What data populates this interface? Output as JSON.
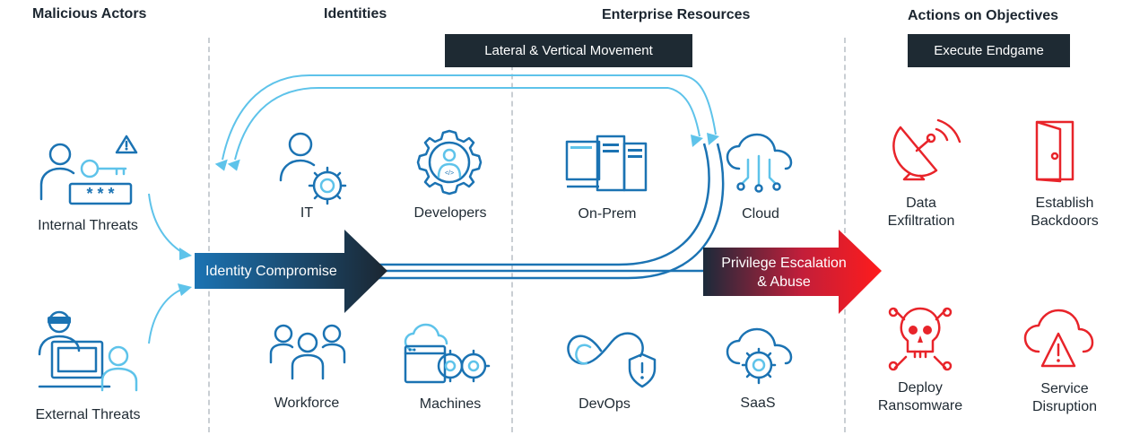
{
  "columns": {
    "actors": "Malicious Actors",
    "identities": "Identities",
    "resources": "Enterprise Resources",
    "objectives": "Actions on Objectives"
  },
  "pills": {
    "lateral": "Lateral & Vertical Movement",
    "endgame": "Execute Endgame"
  },
  "arrows": {
    "compromise": "Identity Compromise",
    "escalation_line1": "Privilege Escalation",
    "escalation_line2": "& Abuse"
  },
  "actors": {
    "internal": "Internal Threats",
    "external": "External Threats",
    "password_mask": "* * *"
  },
  "identities": {
    "it": "IT",
    "developers": "Developers",
    "workforce": "Workforce",
    "machines": "Machines"
  },
  "resources": {
    "onprem": "On-Prem",
    "cloud": "Cloud",
    "devops": "DevOps",
    "saas": "SaaS"
  },
  "objectives": {
    "exfil_line1": "Data",
    "exfil_line2": "Exfiltration",
    "backdoor_line1": "Establish",
    "backdoor_line2": "Backdoors",
    "ransom_line1": "Deploy",
    "ransom_line2": "Ransomware",
    "disrupt_line1": "Service",
    "disrupt_line2": "Disruption"
  },
  "colors": {
    "accent_blue": "#1b73b3",
    "light_blue": "#5ec3ea",
    "dark_navy": "#1e2a33",
    "threat_red": "#e8242a"
  },
  "icons": {
    "internal": "user-key-password-icon",
    "external": "hacker-laptop-icon",
    "it": "user-gear-icon",
    "developers": "developer-gear-icon",
    "workforce": "group-icon",
    "machines": "machine-gears-icon",
    "onprem": "server-desktop-icon",
    "cloud": "cloud-circuit-icon",
    "devops": "infinity-shield-icon",
    "saas": "cloud-gear-icon",
    "exfil": "satellite-dish-icon",
    "backdoor": "door-icon",
    "ransom": "skull-crossbones-icon",
    "disrupt": "cloud-warning-icon"
  }
}
